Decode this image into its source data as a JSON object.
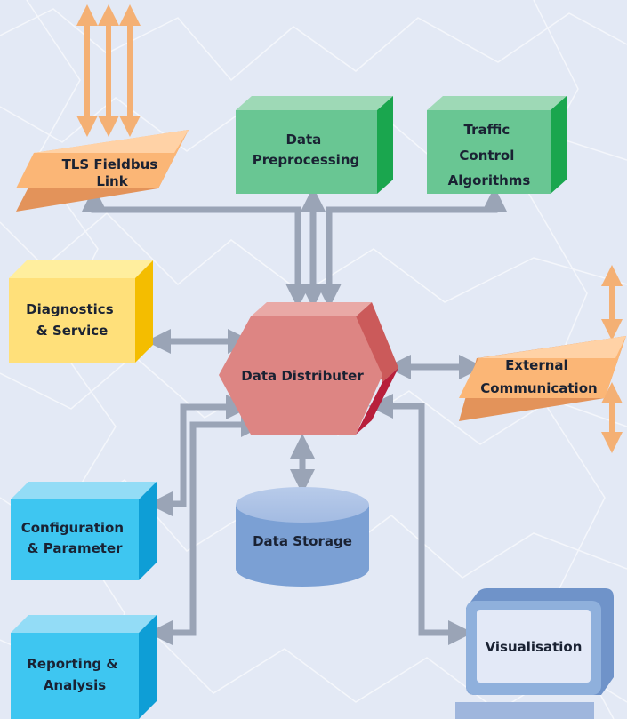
{
  "colors": {
    "background": "#e3e9f5",
    "arrow_gray": "#9aa4b6",
    "arrow_orange": "#f4b074",
    "green": "#69c693",
    "orange": "#fbb676",
    "yellow": "#ffe07a",
    "cyan": "#3ec6f1",
    "red": "#dd8583",
    "blue": "#8fb0dc"
  },
  "nodes": {
    "tls_fieldbus": {
      "line1": "TLS Fieldbus",
      "line2": "Link"
    },
    "data_preprocessing": {
      "line1": "Data",
      "line2": "Preprocessing"
    },
    "traffic_control": {
      "line1": "Traffic",
      "line2": "Control",
      "line3": "Algorithms"
    },
    "diagnostics": {
      "line1": "Diagnostics",
      "line2": "& Service"
    },
    "data_distributer": {
      "label": "Data Distributer"
    },
    "external_comm": {
      "line1": "External",
      "line2": "Communication"
    },
    "configuration": {
      "line1": "Configuration",
      "line2": "& Parameter"
    },
    "data_storage": {
      "label": "Data Storage"
    },
    "reporting": {
      "line1": "Reporting &",
      "line2": "Analysis"
    },
    "visualisation": {
      "label": "Visualisation"
    }
  }
}
